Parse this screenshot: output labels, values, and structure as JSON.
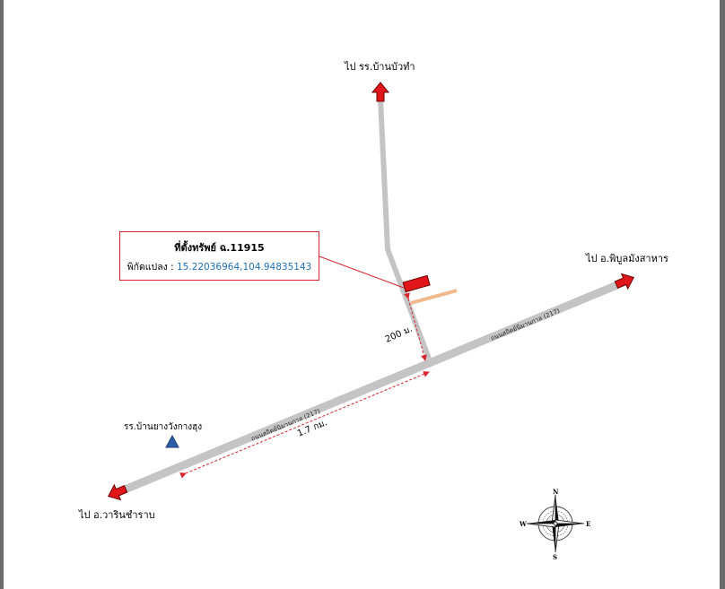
{
  "map": {
    "destinations": {
      "north": "ไป  รร.บ้านบัวทำ",
      "east": "ไป  อ.พิบูลมังสาหาร",
      "southwest": "ไป  อ.วารินชำราบ"
    },
    "landmark": {
      "name": "รร.บ้านยางวังกางฮุง",
      "icon": "triangle-icon",
      "color": "#2e5da8"
    },
    "roads": {
      "main_label_ne": "ถนนสถิตย์นิมานกาล (217)",
      "main_label_sw": "ถนนสถิตย์นิมานกาล (217)"
    },
    "distances": {
      "side_road": "200  ม.",
      "main_road": "1.7  กม."
    },
    "property": {
      "title": "ที่ตั้งทรัพย์  ฉ.11915",
      "coord_label": "พิกัดแปลง : ",
      "coordinates": "15.22036964,104.94835143",
      "marker_color": "#e0161b"
    },
    "compass": {
      "north": "N",
      "south": "S",
      "east": "E",
      "west": "W",
      "icon": "compass-rose-icon"
    },
    "colors": {
      "road": "#c4c4c4",
      "arrow": "#e0161b",
      "dimension_line": "#d9262e",
      "access_path": "#f2b98c",
      "box_border": "#d9262e",
      "coordinate_text": "#1f6fb5"
    }
  }
}
